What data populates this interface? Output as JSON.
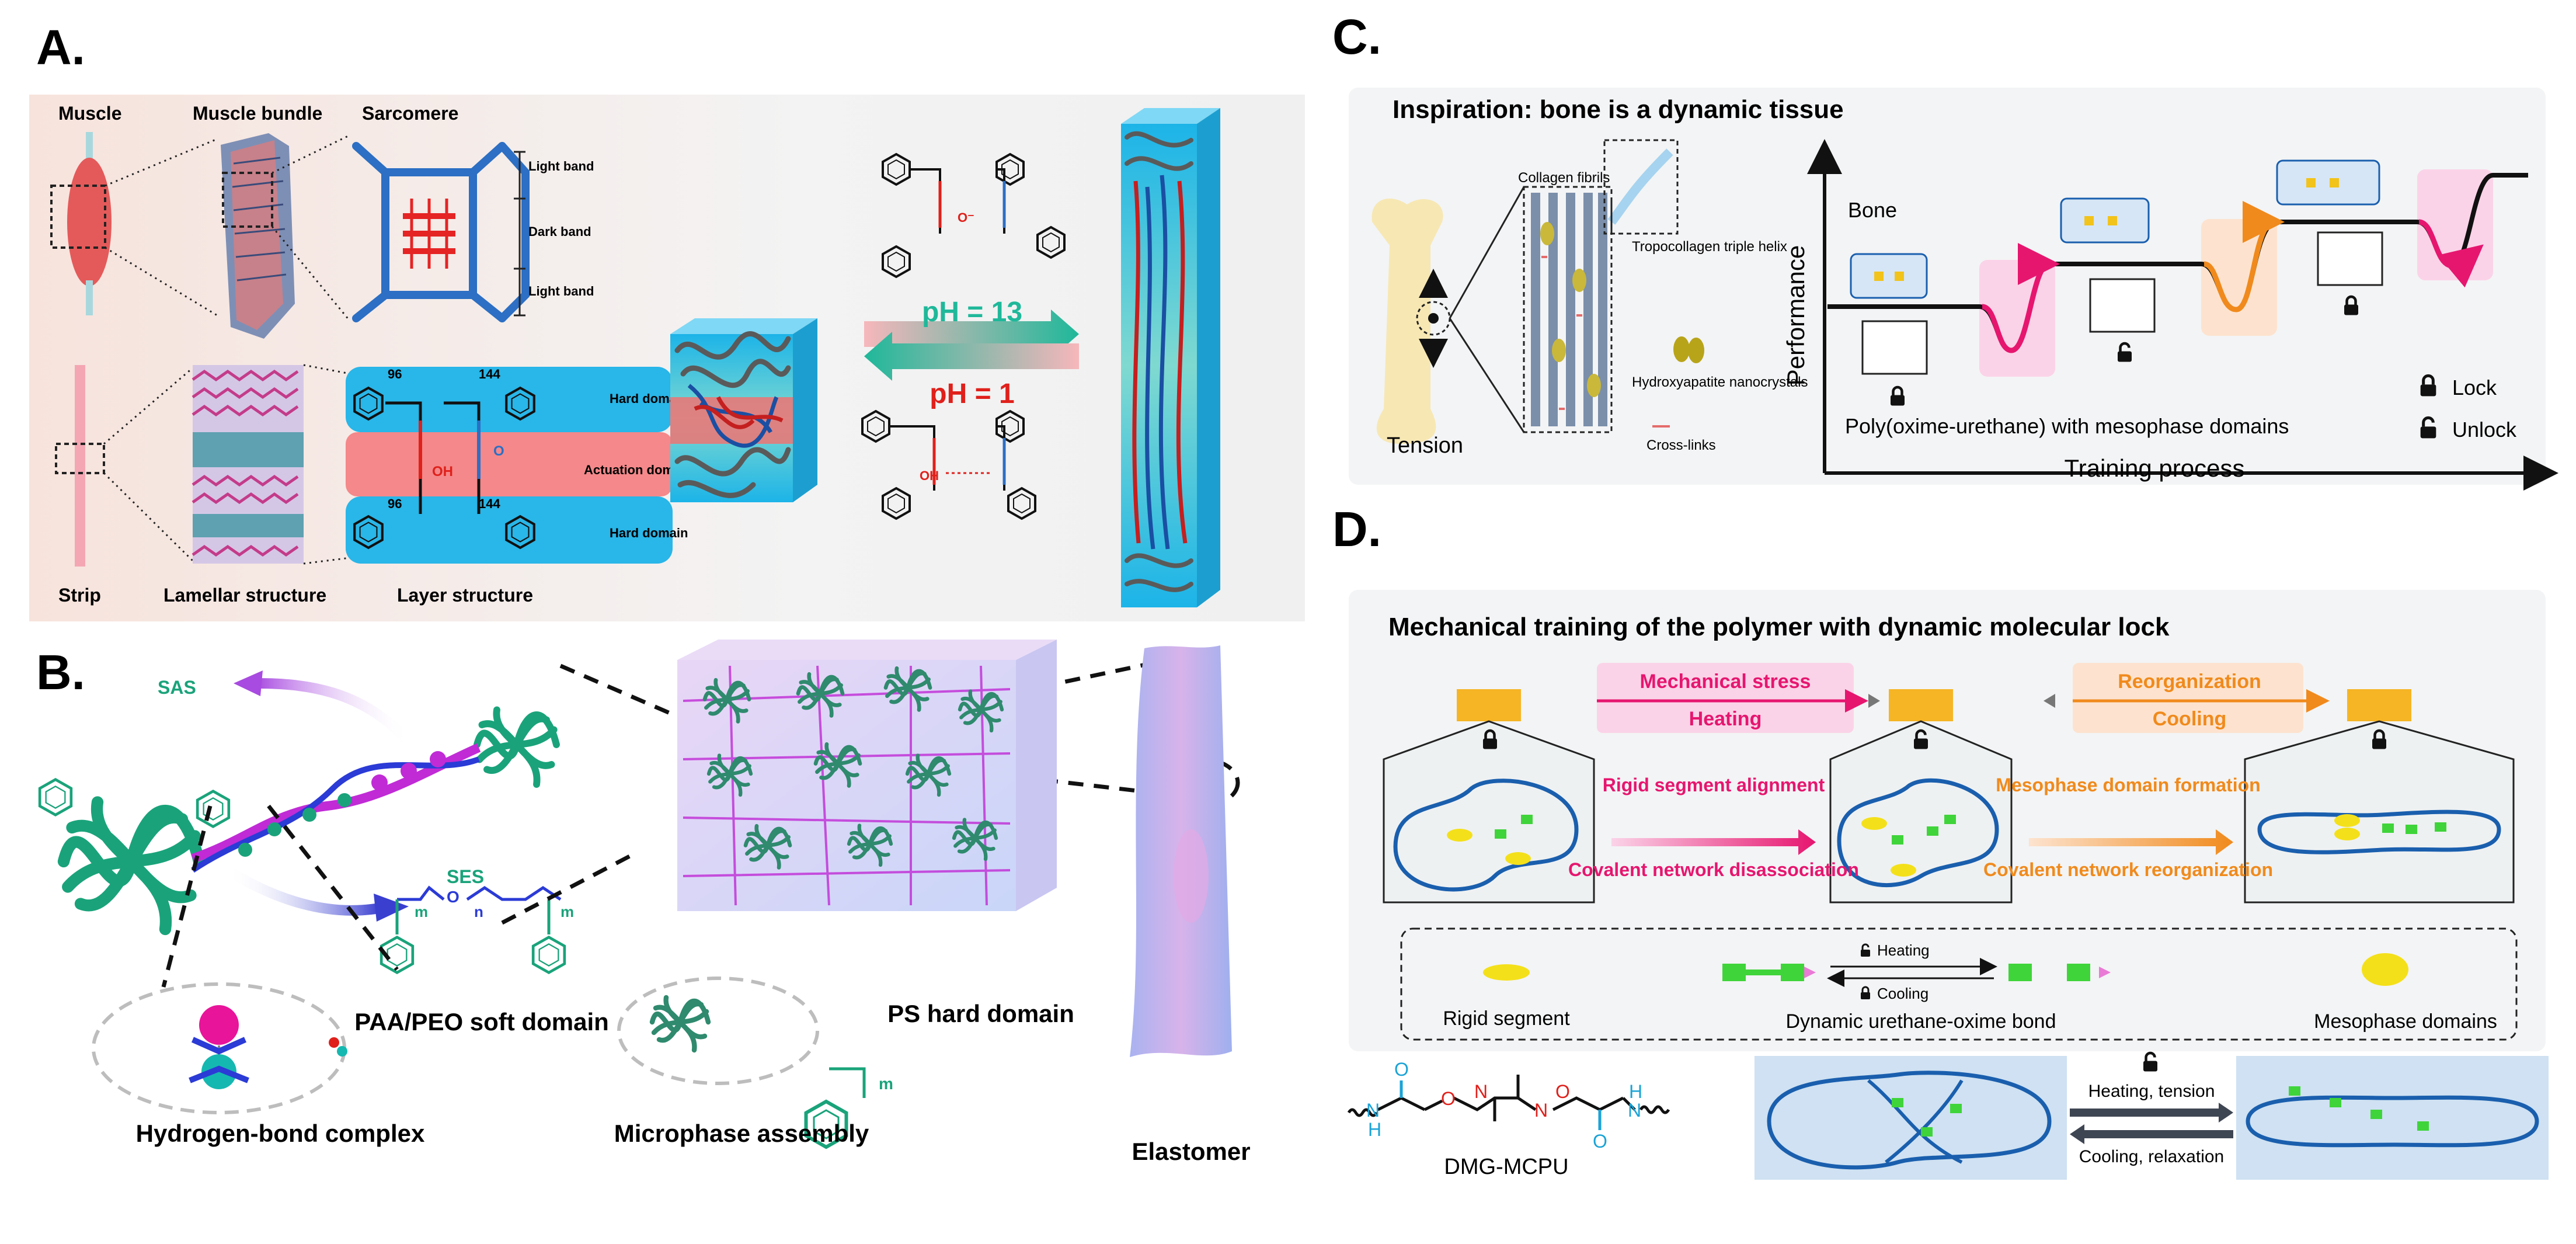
{
  "panels": {
    "A": {
      "letter": "A.",
      "muscle_labels": [
        "Muscle",
        "Muscle bundle",
        "Sarcomere"
      ],
      "band_labels": [
        "Light band",
        "Dark band",
        "Light band"
      ],
      "strip_labels": [
        "Strip",
        "Lamellar structure",
        "Layer structure"
      ],
      "domain_labels": [
        "Hard domain",
        "Actuation domain",
        "Hard domain"
      ],
      "subscripts": [
        "96",
        "144",
        "96",
        "144"
      ],
      "ph_high": "pH = 13",
      "ph_low": "pH = 1",
      "colors": {
        "ph_high": "#1fb89a",
        "ph_low": "#e0201b",
        "hard": "#29b6e8",
        "actuation": "#f4888a"
      }
    },
    "B": {
      "letter": "B.",
      "sas": "SAS",
      "ses": "SES",
      "labels": [
        "PAA/PEO soft domain",
        "PS hard domain",
        "Hydrogen-bond complex",
        "Microphase assembly",
        "Elastomer"
      ],
      "indices": [
        "m",
        "n",
        "m",
        "m"
      ],
      "colors": {
        "chain": "#1aa37a",
        "helix": "#c02bd6",
        "blue": "#2b3bd6"
      }
    },
    "C": {
      "letter": "C.",
      "title": "Inspiration: bone is a dynamic tissue",
      "bone_labels": [
        "Collagen fibrils",
        "Tropocollagen triple helix",
        "Hydroxyapatite nanocrystals",
        "Cross-links",
        "Tension",
        "Bone"
      ],
      "y_axis": "Performance",
      "x_axis": "Training process",
      "caption": "Poly(oxime-urethane) with mesophase domains",
      "legend": [
        "Lock",
        "Unlock"
      ],
      "colors": {
        "curve1": "#e6166f",
        "curve2": "#f08a1c",
        "band1": "#fbd3e8",
        "band2": "#fde3cf"
      }
    },
    "D": {
      "letter": "D.",
      "title": "Mechanical training of the polymer with dynamic molecular lock",
      "stage1": [
        "Mechanical stress",
        "Heating"
      ],
      "stage2": [
        "Reorganization",
        "Cooling"
      ],
      "mid1": [
        "Rigid segment alignment",
        "Covalent network disassociation"
      ],
      "mid2": [
        "Mesophase domain formation",
        "Covalent network reorganization"
      ],
      "legend": [
        "Rigid segment",
        "Dynamic urethane-oxime bond",
        "Mesophase domains"
      ],
      "bond_conditions": [
        "Heating",
        "Cooling"
      ],
      "chem_name": "DMG-MCPU",
      "chem_atoms": [
        "O",
        "O",
        "N",
        "N",
        "H",
        "H",
        "N",
        "O",
        "O",
        "N"
      ],
      "bottom_conditions": [
        "Heating, tension",
        "Cooling, relaxation"
      ],
      "colors": {
        "pink": "#e6166f",
        "orange": "#f08a1c",
        "blue": "#1a5fae",
        "cyan": "#1aa3d6"
      }
    }
  }
}
